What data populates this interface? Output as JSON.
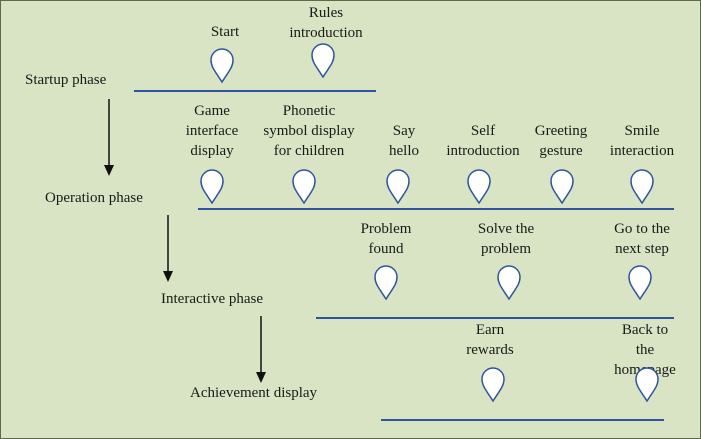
{
  "phases": [
    {
      "label": "Startup phase",
      "steps": [
        "Start",
        "Rules\nintroduction"
      ]
    },
    {
      "label": "Operation phase",
      "steps": [
        "Game\ninterface\ndisplay",
        "Phonetic\nsymbol display\nfor children",
        "Say\nhello",
        "Self\nintroduction",
        "Greeting\ngesture",
        "Smile\ninteraction"
      ]
    },
    {
      "label": "Interactive phase",
      "steps": [
        "Problem\nfound",
        "Solve the\nproblem",
        "Go to the\nnext step"
      ]
    },
    {
      "label": "Achievement display",
      "steps": [
        "Earn\nrewards",
        "Back to the\nhomepage"
      ]
    }
  ],
  "colors": {
    "background": "#d8e4c3",
    "timeline": "#2f55a2",
    "marker_fill": "#ffffff",
    "marker_stroke": "#2f55a2"
  },
  "icons": {
    "marker": "map-pin-icon",
    "arrow": "arrow-down-icon"
  }
}
